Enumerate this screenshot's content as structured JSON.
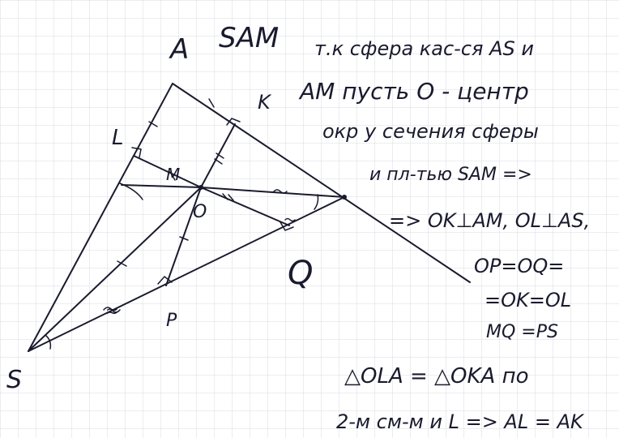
{
  "colors": {
    "ink": "#1a1a2e",
    "grid": "#d9dbe3",
    "paper": "#ffffff"
  },
  "labels": {
    "A": "A",
    "K": "K",
    "L": "L",
    "M": "M",
    "O": "O",
    "P": "P",
    "Q": "Q",
    "S": "S"
  },
  "notes": [
    "SAM",
    "т.к сфера кас-ся AS и",
    "AM пусть O - центр",
    "окр у сечения сферы",
    "и пл-тью SAM =>",
    "=> OK⊥AM, OL⊥AS,",
    "OP=OQ=",
    "=OK=OL",
    "MQ =PS",
    "△OLA = △OKA по",
    "2-м см-м и L => AL = AK"
  ],
  "marks": {
    "top_letter": "A",
    "bottom_sign": "≈"
  }
}
